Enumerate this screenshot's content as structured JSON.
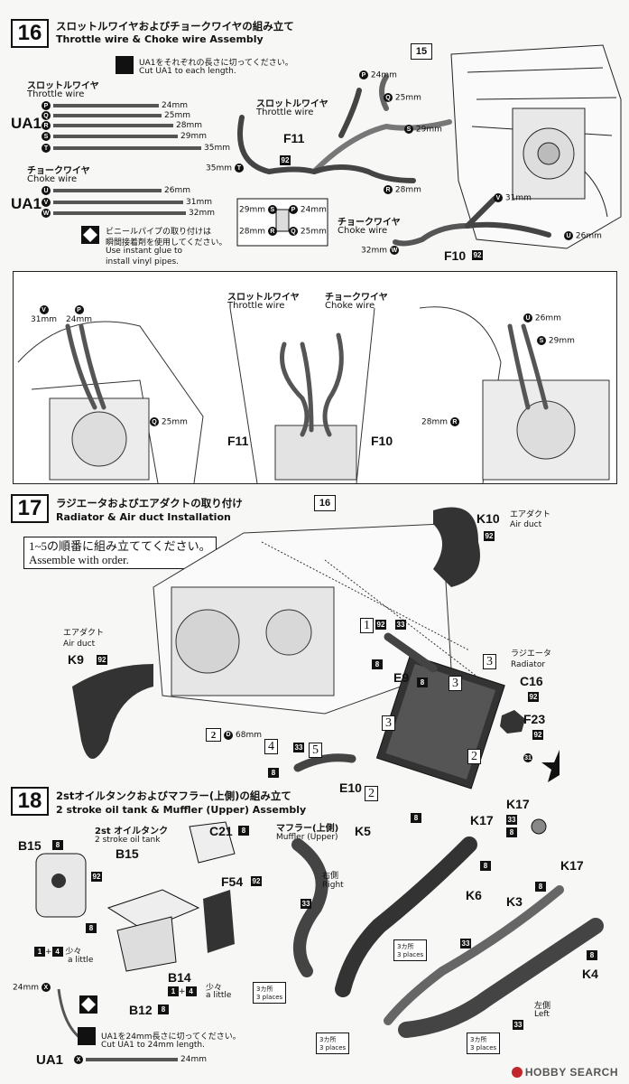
{
  "step16": {
    "number": "16",
    "title_jp": "スロットルワイヤおよびチョークワイヤの組み立て",
    "title_en": "Throttle wire & Choke wire Assembly",
    "cut_note_jp": "UA1をそれぞれの長さに切ってください。",
    "cut_note_en": "Cut UA1 to each length.",
    "throttle_jp": "スロットルワイヤ",
    "throttle_en": "Throttle wire",
    "choke_jp": "チョークワイヤ",
    "choke_en": "Choke wire",
    "part_ua1": "UA1",
    "throttle_lengths": [
      {
        "id": "P",
        "len": "24mm"
      },
      {
        "id": "Q",
        "len": "25mm"
      },
      {
        "id": "R",
        "len": "28mm"
      },
      {
        "id": "S",
        "len": "29mm"
      },
      {
        "id": "T",
        "len": "35mm"
      }
    ],
    "choke_lengths": [
      {
        "id": "U",
        "len": "26mm"
      },
      {
        "id": "V",
        "len": "31mm"
      },
      {
        "id": "W",
        "len": "32mm"
      }
    ],
    "glue_note_jp1": "ビニールパイプの取り付けは",
    "glue_note_jp2": "瞬間接着剤を使用してください。",
    "glue_note_en1": "Use instant glue to",
    "glue_note_en2": "install vinyl pipes.",
    "ref_box": "15",
    "f11": "F11",
    "f10": "F10",
    "tag92": "92",
    "callouts": {
      "p24": "24mm",
      "q25": "25mm",
      "s29": "29mm",
      "r28": "28mm",
      "t35": "35mm",
      "v31": "31mm",
      "u26": "26mm",
      "w32": "32mm"
    },
    "detail": {
      "s": "29mm",
      "p": "24mm",
      "r": "28mm",
      "q": "25mm"
    },
    "lower": {
      "v": "31mm",
      "p": "24mm",
      "q": "25mm",
      "u": "26mm",
      "s": "29mm",
      "r": "28mm",
      "f11": "F11",
      "f10": "F10"
    }
  },
  "step17": {
    "number": "17",
    "title_jp": "ラジエータおよびエアダクトの取り付け",
    "title_en": "Radiator & Air duct Installation",
    "order_jp": "1~5の順番に組み立ててください。",
    "order_en": "Assemble with order.",
    "ref_box": "16",
    "k10": "K10",
    "k9": "K9",
    "airduct_jp": "エアダクト",
    "airduct_en": "Air duct",
    "radiator_jp": "ラジエータ",
    "radiator_en": "Radiator",
    "c16": "C16",
    "e9": "E9",
    "e10": "E10",
    "f23": "F23",
    "d68": "68mm",
    "d_label": "D",
    "tag2": "2",
    "t8": "8",
    "t33": "33",
    "t92": "92",
    "t31": "31",
    "orders": [
      "1",
      "2",
      "3",
      "4",
      "5"
    ]
  },
  "step18": {
    "number": "18",
    "title_jp": "2stオイルタンクおよびマフラー(上側)の組み立て",
    "title_en": "2 stroke oil tank & Muffler (Upper) Assembly",
    "b15": "B15",
    "oiltank_jp": "2st オイルタンク",
    "oiltank_en": "2 stroke oil tank",
    "c21": "C21",
    "f54": "F54",
    "b14": "B14",
    "b12": "B12",
    "little_jp": "少々",
    "little_en": "a little",
    "x24": "24mm",
    "muffler_jp": "マフラー(上側)",
    "muffler_en": "Muffler (Upper)",
    "k5": "K5",
    "k6": "K6",
    "k3": "K3",
    "k4": "K4",
    "k17": "K17",
    "right_jp": "右側",
    "right_en": "Right",
    "left_jp": "左側",
    "left_en": "Left",
    "places_jp": "3カ所",
    "places_en": "3 places",
    "cut_note_jp": "UA1を24mm長さに切ってください。",
    "cut_note_en": "Cut UA1 to 24mm length.",
    "ua1": "UA1",
    "ua1_len": "24mm"
  },
  "watermark": "HOBBY SEARCH"
}
